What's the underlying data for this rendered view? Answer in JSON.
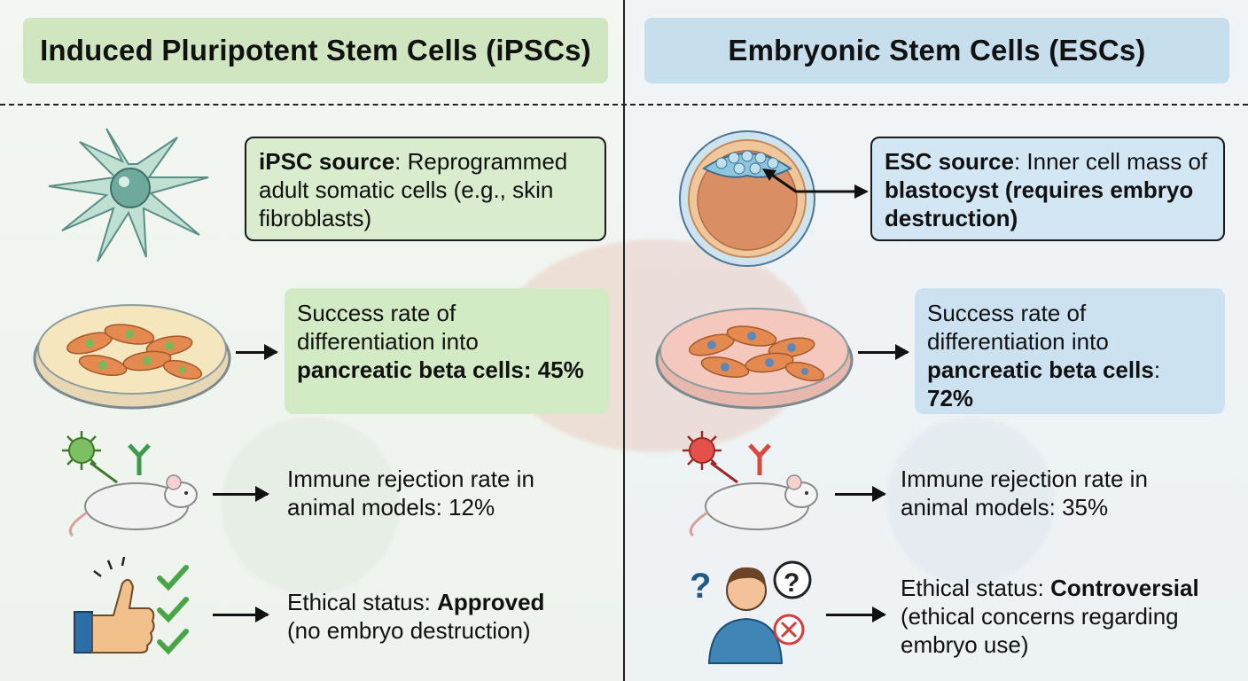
{
  "left": {
    "header": "Induced Pluripotent Stem Cells (iPSCs)",
    "source": {
      "label": "iPSC source",
      "text": ": Reprogrammed adult somatic cells (e.g., skin fibroblasts)"
    },
    "success": {
      "prefix": "Success rate of differentiation into ",
      "bold": "pancreatic beta cells",
      "suffix": ": 45%"
    },
    "immune": {
      "text": "Immune rejection rate in animal models: 12%"
    },
    "ethics": {
      "prefix": "Ethical status: ",
      "bold": "Approved",
      "suffix": "(no embryo destruction)"
    }
  },
  "right": {
    "header": "Embryonic Stem Cells (ESCs)",
    "source": {
      "label": "ESC source",
      "text": ": Inner cell mass of ",
      "bold": "blastocyst (requires embryo destruction)"
    },
    "success": {
      "prefix": "Success rate of differentiation into ",
      "bold1": "pancreatic beta cells",
      "suffix": ":",
      "bold2": "72%"
    },
    "immune": {
      "text": "Immune rejection rate in animal models: 35%"
    },
    "ethics": {
      "prefix": "Ethical status: ",
      "bold": "Controversial",
      "suffix": "(ethical concerns regarding embryo use)"
    }
  },
  "colors": {
    "ipsc_accent": "#cfe6c1",
    "esc_accent": "#c7deed"
  },
  "icons": [
    "fibroblast-cell-icon",
    "petri-dish-icon",
    "virus-antibody-mouse-icon",
    "thumbs-up-checklist-icon",
    "blastocyst-icon",
    "confused-person-icon"
  ]
}
